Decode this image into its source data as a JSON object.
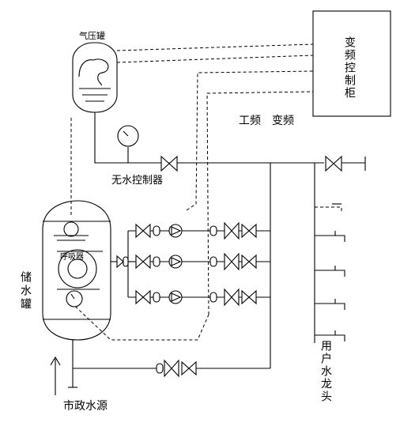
{
  "labels": {
    "cabinet": "变频控制柜",
    "pressure_tank": "气压罐",
    "mode_switch": "工频　变频",
    "no_water_controller": "无水控制器",
    "storage_tank": "储水罐",
    "breather": "呼吸器",
    "municipal_source": "市政水源",
    "user_taps": "用户水龙头"
  },
  "colors": {
    "line": "#000000",
    "background": "#ffffff"
  },
  "icons": [
    "pressure-gauge-icon",
    "gate-valve-icon",
    "check-valve-icon",
    "pump-icon",
    "water-tap-icon",
    "flow-arrow-icon"
  ]
}
